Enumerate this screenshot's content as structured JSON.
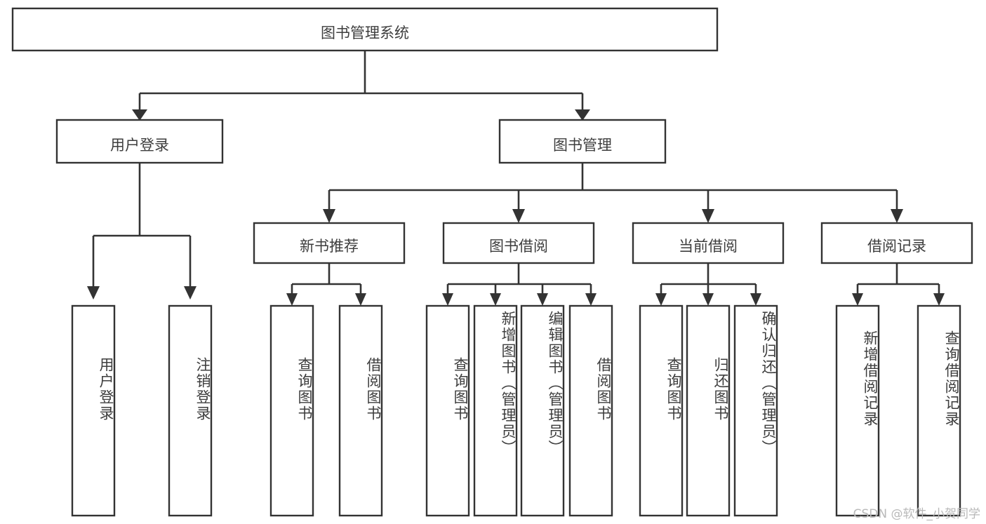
{
  "diagram": {
    "title": "图书管理系统",
    "type": "tree",
    "orientation": "top-down",
    "colors": {
      "box_fill": "#ffffff",
      "box_stroke": "#333333",
      "text": "#3d3d3d",
      "watermark": "#b9b9b9",
      "background": "#ffffff"
    },
    "nodes": {
      "root": {
        "label": "图书管理系统",
        "level": 0,
        "text_orientation": "horizontal"
      },
      "l1": [
        {
          "label": "用户登录",
          "level": 1,
          "text_orientation": "horizontal"
        },
        {
          "label": "图书管理",
          "level": 1,
          "text_orientation": "horizontal"
        }
      ],
      "l2": [
        {
          "label": "新书推荐",
          "level": 2,
          "text_orientation": "horizontal",
          "parent": "图书管理"
        },
        {
          "label": "图书借阅",
          "level": 2,
          "text_orientation": "horizontal",
          "parent": "图书管理"
        },
        {
          "label": "当前借阅",
          "level": 2,
          "text_orientation": "horizontal",
          "parent": "图书管理"
        },
        {
          "label": "借阅记录",
          "level": 2,
          "text_orientation": "horizontal",
          "parent": "图书管理"
        }
      ],
      "leaves": [
        {
          "label": "用户登录",
          "parent": "用户登录",
          "text_orientation": "vertical"
        },
        {
          "label": "注销登录",
          "parent": "用户登录",
          "text_orientation": "vertical"
        },
        {
          "label": "查询图书",
          "parent": "新书推荐",
          "text_orientation": "vertical"
        },
        {
          "label": "借阅图书",
          "parent": "新书推荐",
          "text_orientation": "vertical"
        },
        {
          "label": "查询图书",
          "parent": "图书借阅",
          "text_orientation": "vertical"
        },
        {
          "label": "新增图书（管理员）",
          "parent": "图书借阅",
          "text_orientation": "vertical"
        },
        {
          "label": "编辑图书（管理员）",
          "parent": "图书借阅",
          "text_orientation": "vertical"
        },
        {
          "label": "借阅图书",
          "parent": "图书借阅",
          "text_orientation": "vertical"
        },
        {
          "label": "查询图书",
          "parent": "当前借阅",
          "text_orientation": "vertical"
        },
        {
          "label": "归还图书",
          "parent": "当前借阅",
          "text_orientation": "vertical"
        },
        {
          "label": "确认归还（管理员）",
          "parent": "当前借阅",
          "text_orientation": "vertical"
        },
        {
          "label": "新增借阅记录",
          "parent": "借阅记录",
          "text_orientation": "vertical"
        },
        {
          "label": "查询借阅记录",
          "parent": "借阅记录",
          "text_orientation": "vertical"
        }
      ]
    }
  },
  "watermark": {
    "text": "CSDN @软件_小贺同学"
  }
}
